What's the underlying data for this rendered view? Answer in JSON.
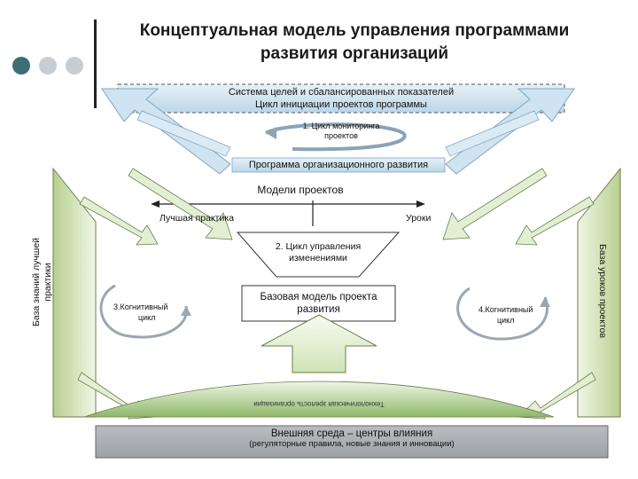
{
  "title_line1": "Концептуальная модель управления программами",
  "title_line2": "развития организаций",
  "goals_line1": "Система целей и сбалансированных показателей",
  "goals_line2": "Цикл инициации проектов программы",
  "monitoring_line1": "1. Цикл мониторинга",
  "monitoring_line2": "проектов",
  "program": "Программа организационного развития",
  "project_models": "Модели проектов",
  "best_practice": "Лучшая практика",
  "lessons": "Уроки",
  "change_cycle_line1": "2. Цикл управления",
  "change_cycle_line2": "изменениями",
  "base_model_line1": "Базовая модель проекта",
  "base_model_line2": "развития",
  "cognitive3_line1": "3.Когнитивный",
  "cognitive3_line2": "цикл",
  "cognitive4_line1": "4.Когнитивный",
  "cognitive4_line2": "цикл",
  "kb_best_line1": "База знаний лучшей",
  "kb_best_line2": "практики",
  "kb_lessons": "База уроков проектов",
  "tech_maturity": "Технологическая зрелость организации",
  "env_title": "Внешняя среда – центры влияния",
  "env_sub": "(регуляторные правила, новые знания и инновации)",
  "colors": {
    "green": "#e7f2d8",
    "green_dark": "#6b7d4d",
    "blue": "#cfe3f0",
    "blue_edge": "#7fa7c2",
    "env_gray": "#a9acb0",
    "accent_dot": "#3c6e73"
  }
}
